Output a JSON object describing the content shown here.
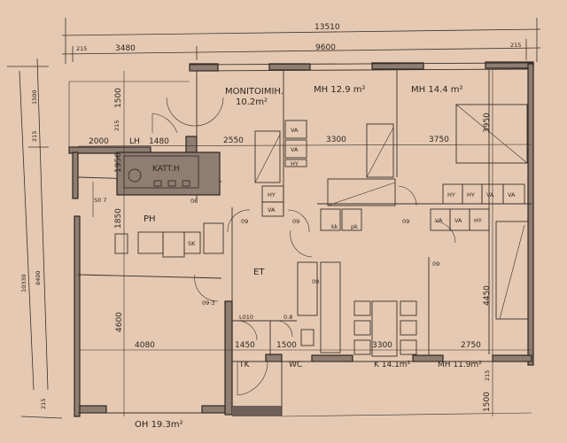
{
  "dimensions": {
    "overall_width": "13510",
    "left_offset": "215",
    "left_wing": "3480",
    "main_width": "9600",
    "right_offset": "215",
    "left_1500": "1500",
    "left_215": "215",
    "overall_depth": "10330",
    "depth_8400": "8400",
    "bottom_215": "215",
    "porch_1500": "1500",
    "porch_215": "215",
    "lh_width": "2000",
    "lh_1480": "1480",
    "mon_width": "2550",
    "mh1_width": "3300",
    "mh2_width": "3750",
    "mh2_depth": "3950",
    "lh_depth": "1950",
    "ph_depth": "1850",
    "oh_depth": "4600",
    "oh_width": "4080",
    "tk_width": "1450",
    "wc_width": "1500",
    "k_width": "3300",
    "mh3_width": "2750",
    "mh3_depth": "4450",
    "right_bottom_215": "215",
    "right_bottom_1500": "1500"
  },
  "rooms": {
    "monitoimih_name": "MONITOIMIH.",
    "monitoimih_area": "10.2m²",
    "mh1": "MH 12.9 m²",
    "mh2": "MH 14.4 m²",
    "lh": "LH",
    "katt": "KATT.H",
    "ph": "PH",
    "et": "ET",
    "tk": "TK",
    "wc": "WC",
    "k": "K 14.1m²",
    "mh3": "MH 11.9m²",
    "oh": "OH 19.3m²"
  },
  "fixtures": {
    "va": "VA",
    "hy": "HY",
    "sk": "SK",
    "kk": "kk",
    "pk": "pk"
  },
  "door_codes": {
    "d08": "08",
    "d09": "09",
    "d09_3": "09·3",
    "l010": "L010",
    "d0_8": "0.8",
    "s07": "S0 7"
  }
}
